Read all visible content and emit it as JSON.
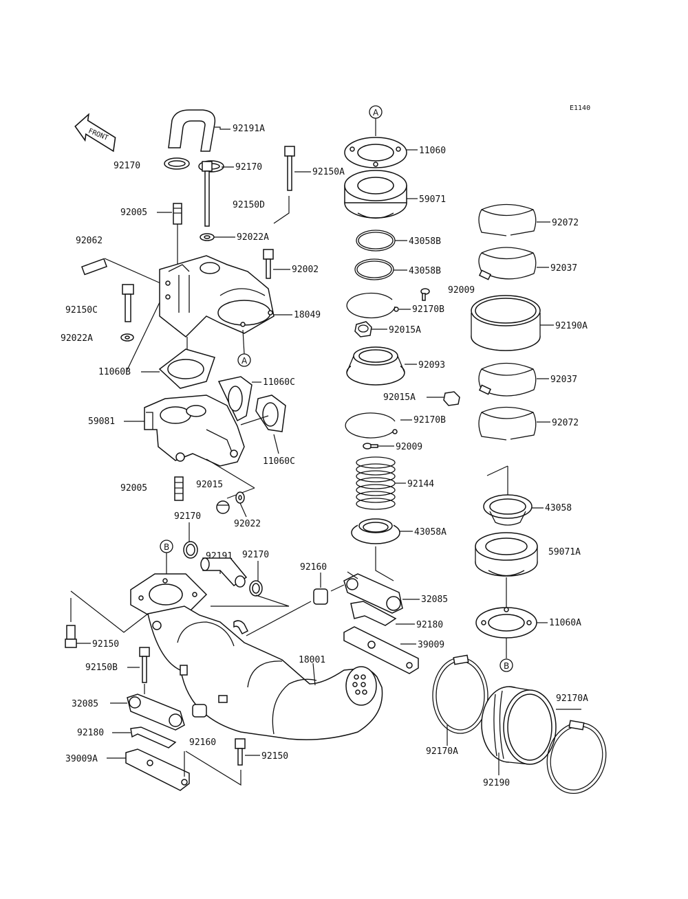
{
  "diagram_code": "E1140",
  "front_label": "FRONT",
  "ref_markers": {
    "a": "A",
    "b": "B"
  },
  "part_labels": {
    "p92191A": "92191A",
    "p92170_top_left": "92170",
    "p92170_top_right": "92170",
    "p92150A": "92150A",
    "p92150D": "92150D",
    "p92005_top": "92005",
    "p92022A_top": "92022A",
    "p92062": "92062",
    "p92002": "92002",
    "p92150C": "92150C",
    "p18049": "18049",
    "p92022A_left": "92022A",
    "p11060B": "11060B",
    "p11060C_top": "11060C",
    "p59081": "59081",
    "p11060C_bottom": "11060C",
    "p92005_bottom": "92005",
    "p92015": "92015",
    "p92022": "92022",
    "p92170_mid": "92170",
    "p92191": "92191",
    "p92170_mid2": "92170",
    "p92160_top": "92160",
    "p32085_right": "32085",
    "p92180_right": "92180",
    "p39009": "39009",
    "p18001": "18001",
    "p92150_left": "92150",
    "p92150B": "92150B",
    "p32085_left": "32085",
    "p92180_left": "92180",
    "p92160_bottom": "92160",
    "p39009A": "39009A",
    "p92150_bottom": "92150",
    "p11060": "11060",
    "p59071": "59071",
    "p43058B_1": "43058B",
    "p43058B_2": "43058B",
    "p92009_top": "92009",
    "p92170B_1": "92170B",
    "p92015A_1": "92015A",
    "p92093": "92093",
    "p92015A_2": "92015A",
    "p92170B_2": "92170B",
    "p92009_mid": "92009",
    "p92144": "92144",
    "p43058A": "43058A",
    "p92072_1": "92072",
    "p92037_1": "92037",
    "p92190A": "92190A",
    "p92037_2": "92037",
    "p92072_2": "92072",
    "p43058": "43058",
    "p59071A": "59071A",
    "p11060A": "11060A",
    "p92170A_right": "92170A",
    "p92170A_left": "92170A",
    "p92190": "92190"
  }
}
